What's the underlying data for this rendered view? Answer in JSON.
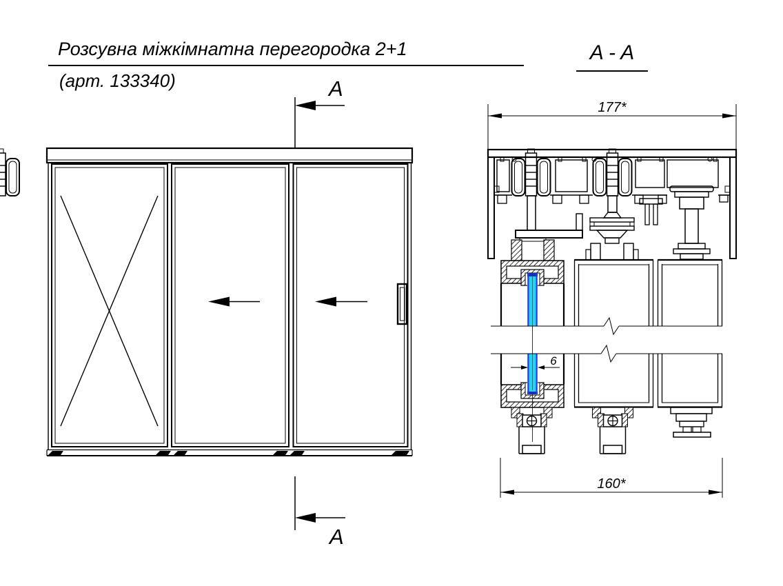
{
  "title_block": {
    "title": "Розсувна міжкімнатна перегородка 2+1",
    "article": "(арт. 133340)"
  },
  "section_view": {
    "title": "A - A",
    "dim_track_width": "177*",
    "dim_leaf_width": "160*",
    "dim_glass_thickness": "6"
  },
  "front_view": {
    "section_cut_top_label": "A",
    "section_cut_bottom_label": "A"
  },
  "colors": {
    "line": "#000000",
    "background": "#ffffff",
    "glass_fill": "#2bd1f5",
    "glass_edge": "#1d41e3",
    "glass_cap": "#1630b8",
    "glass_center": "#0a7d87"
  }
}
